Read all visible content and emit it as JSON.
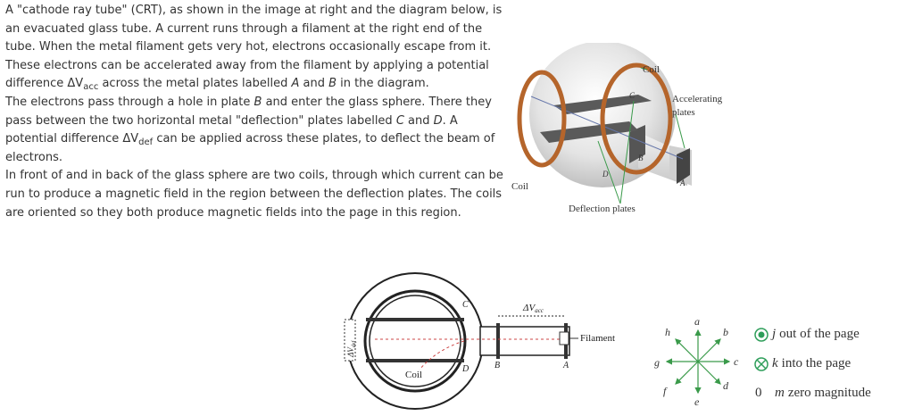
{
  "paragraphs": {
    "p1": {
      "a": "A \"cathode ray tube\" (CRT), as shown in the image at right and the diagram below, is an evacuated glass tube. A current runs through a filament at the right end of the tube. When the metal filament gets very hot, electrons occasionally escape from it. These electrons can be accelerated away from the filament by applying a potential difference ",
      "sym": "ΔV",
      "sub": "acc",
      "b": " across the metal plates labelled ",
      "plateA": "A",
      "and": " and ",
      "plateB": "B",
      "c": " in the diagram."
    },
    "p2": {
      "a": "The electrons pass through a hole in plate ",
      "plateB": "B",
      "b": " and enter the glass sphere. There they pass between the two horizontal metal \"deflection\" plates labelled ",
      "plateC": "C",
      "and": " and ",
      "plateD": "D",
      "c": ". A potential difference ",
      "sym": "ΔV",
      "sub": "def",
      "d": " can be applied across these plates, to deflect the beam of electrons."
    },
    "p3": "In front of and in back of the glass sphere are two coils, through which current can be run to produce a magnetic field in the region between the deflection plates. The coils are oriented so they both produce magnetic fields into the page in this region."
  },
  "crt_photo": {
    "label_coil_top": "Coil",
    "label_coil_left": "Coil",
    "label_accelerating": "Accelerating",
    "label_plates": "plates",
    "label_deflection": "Deflection plates",
    "plate_c": "C",
    "plate_d": "D",
    "plate_b": "B",
    "plate_a": "A"
  },
  "schematic": {
    "label_coil": "Coil",
    "label_filament": "Filament",
    "label_dv_acc": "ΔV",
    "label_dv_acc_sub": "acc",
    "label_dv_def": "ΔV",
    "label_dv_def_sub": "def",
    "plate_c": "C",
    "plate_d": "D",
    "plate_b": "B",
    "plate_a": "A"
  },
  "compass": {
    "a": "a",
    "b": "b",
    "c": "c",
    "d": "d",
    "e": "e",
    "f": "f",
    "g": "g",
    "h": "h"
  },
  "legend": {
    "j_letter": "j",
    "j_text": "out of the page",
    "k_letter": "k",
    "k_text": "into the page",
    "zero": "0",
    "m_letter": "m",
    "m_text": "zero magnitude"
  },
  "colors": {
    "legend_green": "#2e9e5a",
    "coil_copper": "#b5652b",
    "diagram_arrow_green": "#3a9a4a"
  }
}
